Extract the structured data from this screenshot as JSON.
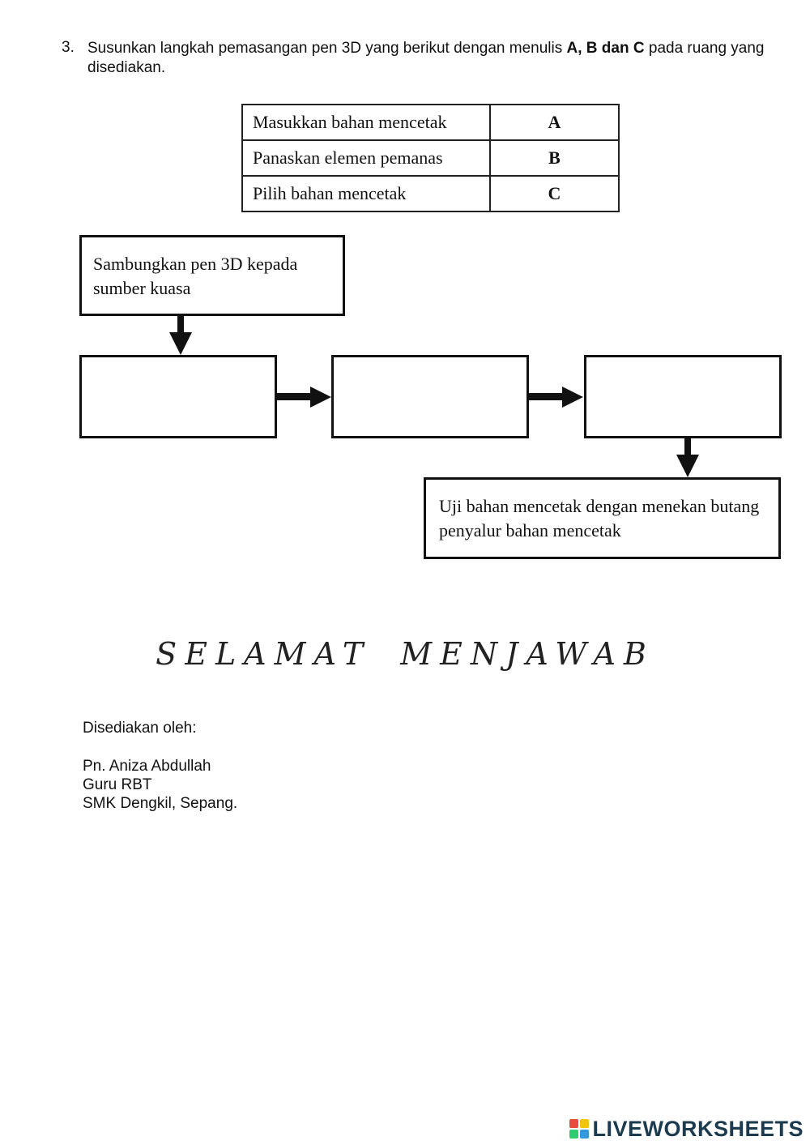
{
  "question": {
    "number": "3.",
    "text_before": "Susunkan langkah pemasangan pen 3D yang berikut dengan menulis ",
    "text_bold": "A, B dan C",
    "text_after": " pada ruang yang disediakan."
  },
  "options": [
    {
      "label": "Masukkan bahan mencetak",
      "letter": "A"
    },
    {
      "label": "Panaskan elemen pemanas",
      "letter": "B"
    },
    {
      "label": "Pilih bahan mencetak",
      "letter": "C"
    }
  ],
  "flow": {
    "start": "Sambungkan pen 3D kepada sumber kuasa",
    "slots": [
      "",
      "",
      ""
    ],
    "end": "Uji bahan mencetak dengan menekan butang penyalur bahan mencetak"
  },
  "closing": {
    "word1": "SELAMAT",
    "word2": "MENJAWAB"
  },
  "signature": {
    "prepared_by": "Disediakan oleh:",
    "name": "Pn. Aniza Abdullah",
    "role": "Guru RBT",
    "school": "SMK Dengkil, Sepang."
  },
  "watermark": {
    "text": "LIVEWORKSHEETS",
    "colors": [
      "#e74c3c",
      "#f1c40f",
      "#2ecc71",
      "#3498db"
    ]
  }
}
